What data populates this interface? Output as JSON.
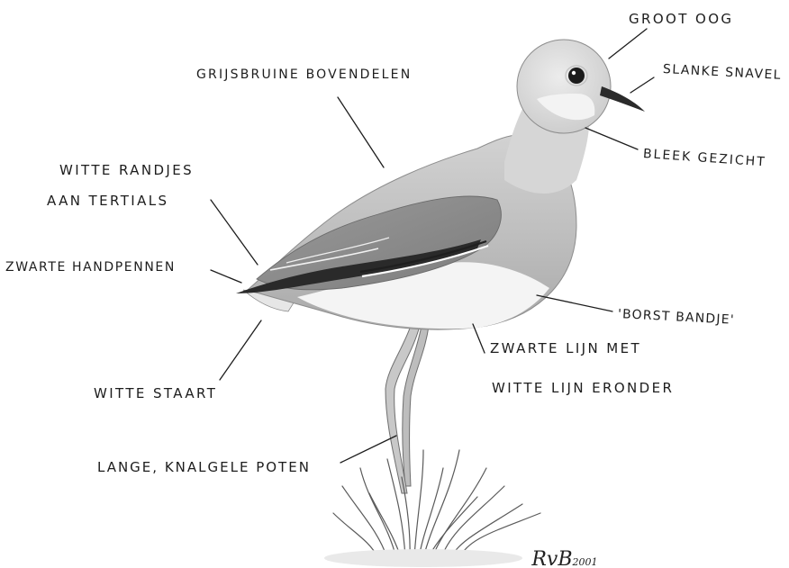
{
  "labels": {
    "groot_oog": "GROOT OOG",
    "slanke_snavel": "SLANKE SNAVEL",
    "bleek_gezicht": "BLEEK GEZICHT",
    "grijsbruine_bovendelen": "GRIJSBRUINE BOVENDELEN",
    "witte_randjes_line1": "WITTE RANDJES",
    "witte_randjes_line2": "AAN TERTIALS",
    "zwarte_handpennen": "ZWARTE HANDPENNEN",
    "borstbandje": "'BORST BANDJE'",
    "zwarte_lijn_line1": "ZWARTE LIJN MET",
    "zwarte_lijn_line2": "WITTE LIJN ERONDER",
    "witte_staart": "WITTE STAART",
    "lange_poten": "LANGE, KNALGELE POTEN"
  },
  "signature": {
    "initials": "RvB",
    "year": "2001"
  }
}
